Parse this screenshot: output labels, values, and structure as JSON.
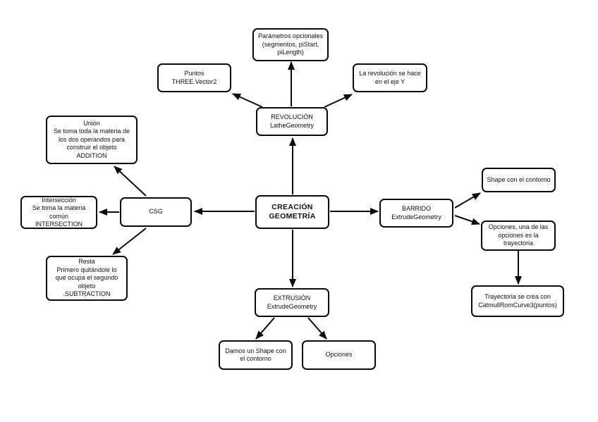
{
  "colors": {
    "background": "#ffffff",
    "node_fill": "#ffffff",
    "node_border": "#0a0a0a",
    "arrow": "#0a0a0a",
    "text": "#111111"
  },
  "diagram": {
    "nodes": {
      "center": {
        "label": "CREACIÓN\nGEOMETRÍA"
      },
      "revolucion": {
        "label": "REVOLUCIÓN\nLatheGeometry"
      },
      "puntos": {
        "label": "Puntos\nTHREE.Vector2"
      },
      "parametros": {
        "label": "Parámetros opcionales\n(segmentos, piStart,\npiLength)"
      },
      "eje_y": {
        "label": "La revolución se hace\nen el eje Y"
      },
      "csg": {
        "label": "CSG"
      },
      "union": {
        "label": "Unión\nSe toma toda la materia de\nlos dos operandos para\nconstruir el objeto\nADDITION"
      },
      "interseccion": {
        "label": "Intersección\nSe toma la materia\ncomún\nINTERSECTION"
      },
      "resta": {
        "label": "Resta\nPrimero quitándole lo\nque ocupa el segundo\nobjeto\n.SUBTRACTION"
      },
      "barrido": {
        "label": "BARRIDO\nExtrudeGeometry"
      },
      "shape": {
        "label": "Shape con el contorno"
      },
      "opciones_tray": {
        "label": "Opciones, una de las\nopciones es la\ntrayectoria"
      },
      "trayectoria": {
        "label": "Trayectoria se crea con\nCatmullRomCurve3(puntos)"
      },
      "extrusion": {
        "label": "EXTRUSIÓN\nExtrudeGeometry"
      },
      "damos_shape": {
        "label": "Damos un Shape con\nel contorno"
      },
      "opciones": {
        "label": "Opciones"
      }
    },
    "edges": [
      {
        "from": "center",
        "to": "revolucion"
      },
      {
        "from": "revolucion",
        "to": "parametros"
      },
      {
        "from": "revolucion",
        "to": "puntos"
      },
      {
        "from": "revolucion",
        "to": "eje_y"
      },
      {
        "from": "center",
        "to": "csg"
      },
      {
        "from": "csg",
        "to": "union"
      },
      {
        "from": "csg",
        "to": "interseccion"
      },
      {
        "from": "csg",
        "to": "resta"
      },
      {
        "from": "center",
        "to": "barrido"
      },
      {
        "from": "barrido",
        "to": "shape"
      },
      {
        "from": "barrido",
        "to": "opciones_tray"
      },
      {
        "from": "opciones_tray",
        "to": "trayectoria"
      },
      {
        "from": "center",
        "to": "extrusion"
      },
      {
        "from": "extrusion",
        "to": "damos_shape"
      },
      {
        "from": "extrusion",
        "to": "opciones"
      }
    ]
  }
}
